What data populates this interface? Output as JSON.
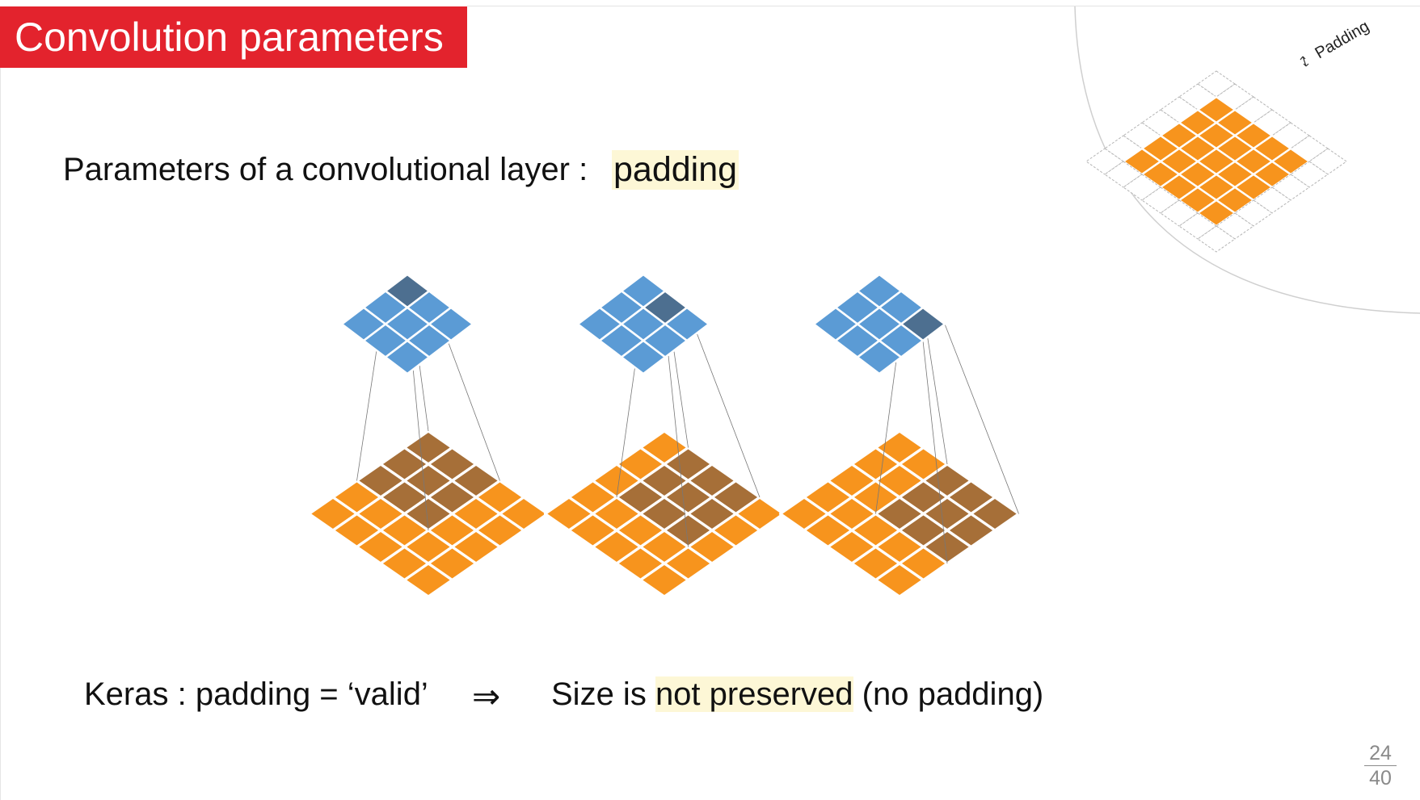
{
  "slide": {
    "title": "Convolution parameters",
    "params_label": "Parameters of a convolutional layer :",
    "params_value": "padding",
    "keras_line": "Keras : padding = ‘valid’",
    "implies_symbol": "⇒",
    "result_prefix": "Size is ",
    "result_highlight": "not preserved",
    "result_suffix": " (no padding)",
    "page_current": "24",
    "page_total": "40"
  },
  "inset": {
    "padding_label": "Padding"
  },
  "colors": {
    "title_bg": "#e3232d",
    "highlight": "#fdf7d6",
    "input_cell": "#f7941d",
    "kernel_cell": "#a66f38",
    "output_cell": "#5b9bd5",
    "output_active": "#4d6f90"
  },
  "diagrams": [
    {
      "kernel_offset": [
        0,
        0
      ],
      "output_active": [
        0,
        0
      ]
    },
    {
      "kernel_offset": [
        0,
        1
      ],
      "output_active": [
        0,
        1
      ]
    },
    {
      "kernel_offset": [
        0,
        2
      ],
      "output_active": [
        0,
        2
      ]
    }
  ]
}
